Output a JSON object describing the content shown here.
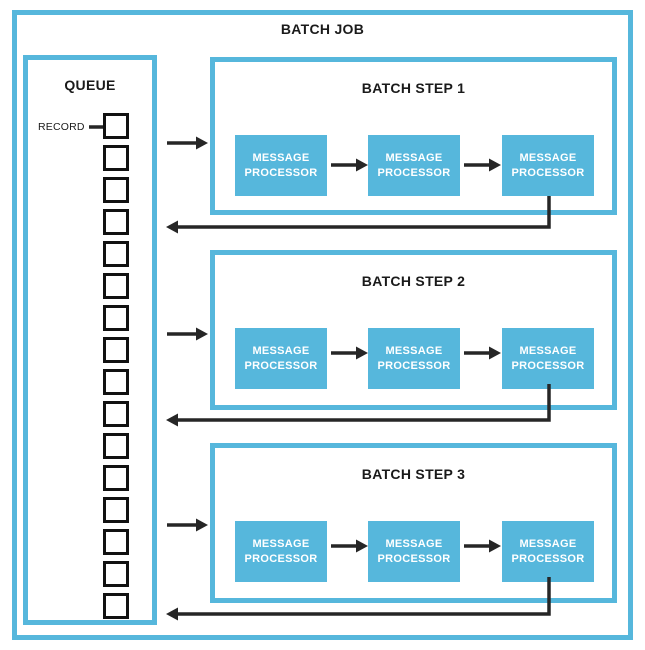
{
  "diagram": {
    "title": "BATCH JOB",
    "queue": {
      "title": "QUEUE",
      "record_label": "RECORD",
      "slot_count": 16
    },
    "steps": [
      {
        "label": "BATCH STEP 1",
        "processors": [
          "MESSAGE PROCESSOR",
          "MESSAGE PROCESSOR",
          "MESSAGE PROCESSOR"
        ]
      },
      {
        "label": "BATCH STEP 2",
        "processors": [
          "MESSAGE PROCESSOR",
          "MESSAGE PROCESSOR",
          "MESSAGE PROCESSOR"
        ]
      },
      {
        "label": "BATCH STEP 3",
        "processors": [
          "MESSAGE PROCESSOR",
          "MESSAGE PROCESSOR",
          "MESSAGE PROCESSOR"
        ]
      }
    ],
    "colors": {
      "accent": "#56B7DC",
      "line": "#262626",
      "text": "#1A1A1A",
      "processor_fill": "#56B7DC",
      "processor_text": "#FFFFFF",
      "record_border": "#111111",
      "background": "#FFFFFF"
    }
  }
}
